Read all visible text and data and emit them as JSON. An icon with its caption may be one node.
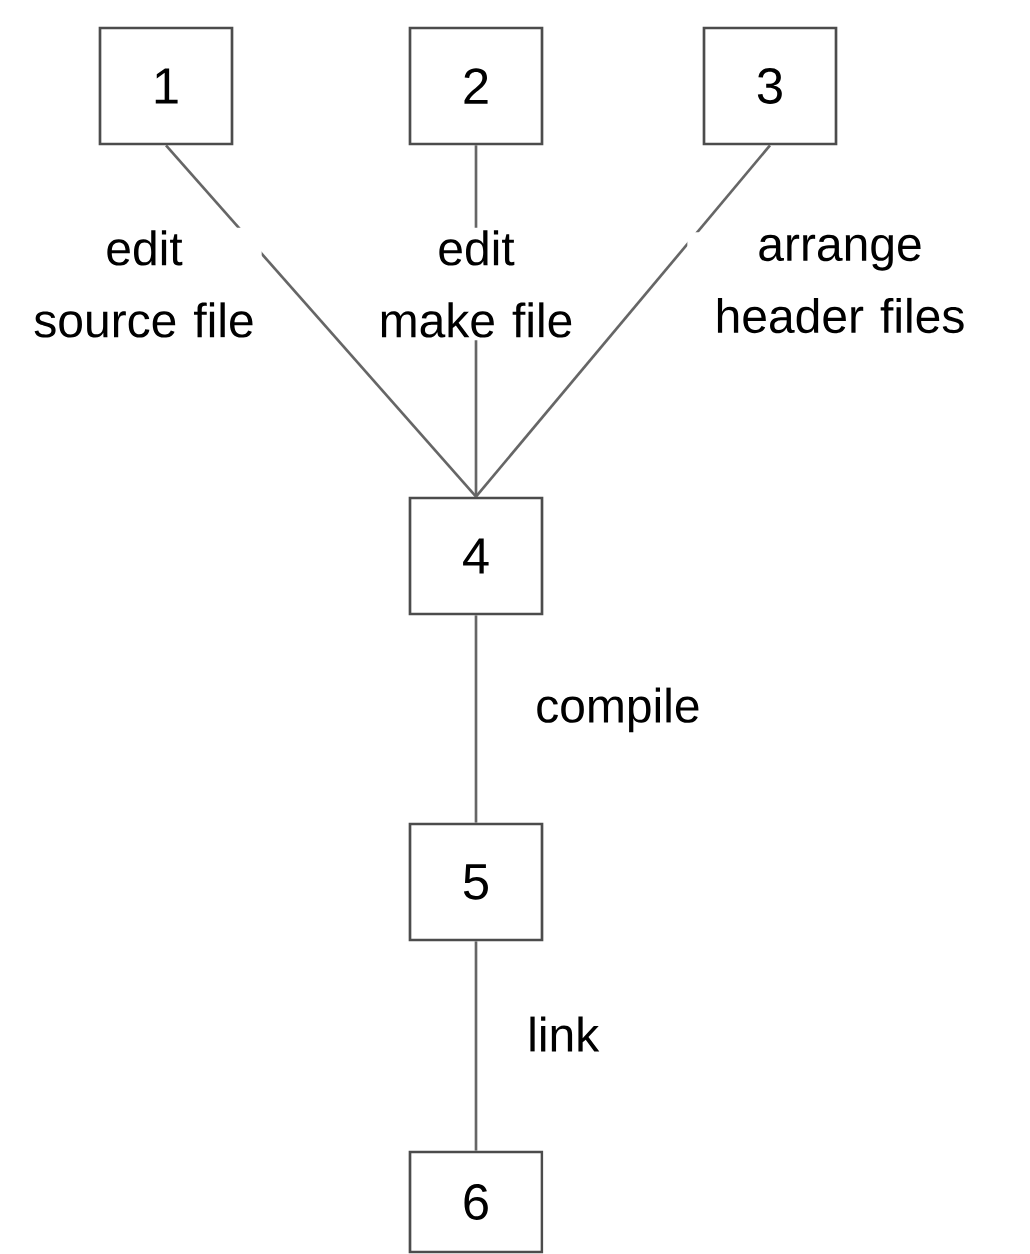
{
  "diagram": {
    "nodes": [
      {
        "text": [
          "1"
        ]
      },
      {
        "text": [
          "2"
        ]
      },
      {
        "text": [
          "3"
        ]
      },
      {
        "text": [
          "4"
        ]
      },
      {
        "text": [
          "5"
        ]
      },
      {
        "text": [
          "6"
        ]
      }
    ],
    "edges": [
      {
        "from": 0,
        "to": 3,
        "arrow": "none",
        "label": "edit source file"
      },
      {
        "from": 1,
        "to": 3,
        "arrow": "none",
        "label": "edit make file"
      },
      {
        "from": 2,
        "to": 3,
        "arrow": "none",
        "label": "arrange header files"
      },
      {
        "from": 3,
        "to": 4,
        "arrow": "none",
        "label": "compile"
      },
      {
        "from": 4,
        "to": 5,
        "arrow": "none",
        "label": "link"
      }
    ]
  }
}
